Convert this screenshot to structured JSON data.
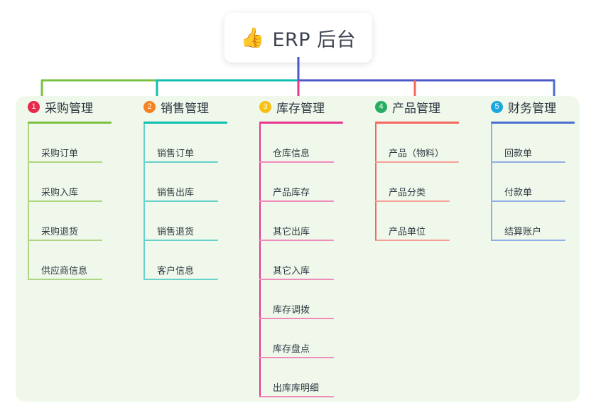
{
  "root": {
    "icon": "thumbs-up-icon",
    "emoji": "👍",
    "title": "ERP 后台"
  },
  "panel": {
    "background_color": "#eff8ea"
  },
  "connectors": {
    "trunk_color": "#4b57c4",
    "bus_segment_colors": [
      "#7ac143",
      "#0fbfb0",
      "#4b57c4"
    ],
    "drop_colors": [
      "#7ac143",
      "#0fbfb0",
      "#e8368f",
      "#f4685f",
      "#4b57c4"
    ]
  },
  "categories": [
    {
      "number": "1",
      "label": "采购管理",
      "badge_color": "#e8294a",
      "line_color": "#7ac143",
      "item_line_color": "#aed581",
      "items": [
        "采购订单",
        "采购入库",
        "采购退货",
        "供应商信息"
      ]
    },
    {
      "number": "2",
      "label": "销售管理",
      "badge_color": "#f58220",
      "line_color": "#0fbfb0",
      "item_line_color": "#67d2cb",
      "items": [
        "销售订单",
        "销售出库",
        "销售退货",
        "客户信息"
      ]
    },
    {
      "number": "3",
      "label": "库存管理",
      "badge_color": "#f9c014",
      "line_color": "#e8368f",
      "item_line_color": "#f08cbc",
      "items": [
        "仓库信息",
        "产品库存",
        "其它出库",
        "其它入库",
        "库存调拨",
        "库存盘点",
        "出库库明细"
      ]
    },
    {
      "number": "4",
      "label": "产品管理",
      "badge_color": "#26ad5f",
      "line_color": "#f4685f",
      "item_line_color": "#f6a099",
      "items": [
        "产品（物料）",
        "产品分类",
        "产品单位"
      ]
    },
    {
      "number": "5",
      "label": "财务管理",
      "badge_color": "#1aa7e0",
      "line_color": "#4b6fd0",
      "item_line_color": "#92aee4",
      "items": [
        "回款单",
        "付款单",
        "结算账户"
      ]
    }
  ]
}
